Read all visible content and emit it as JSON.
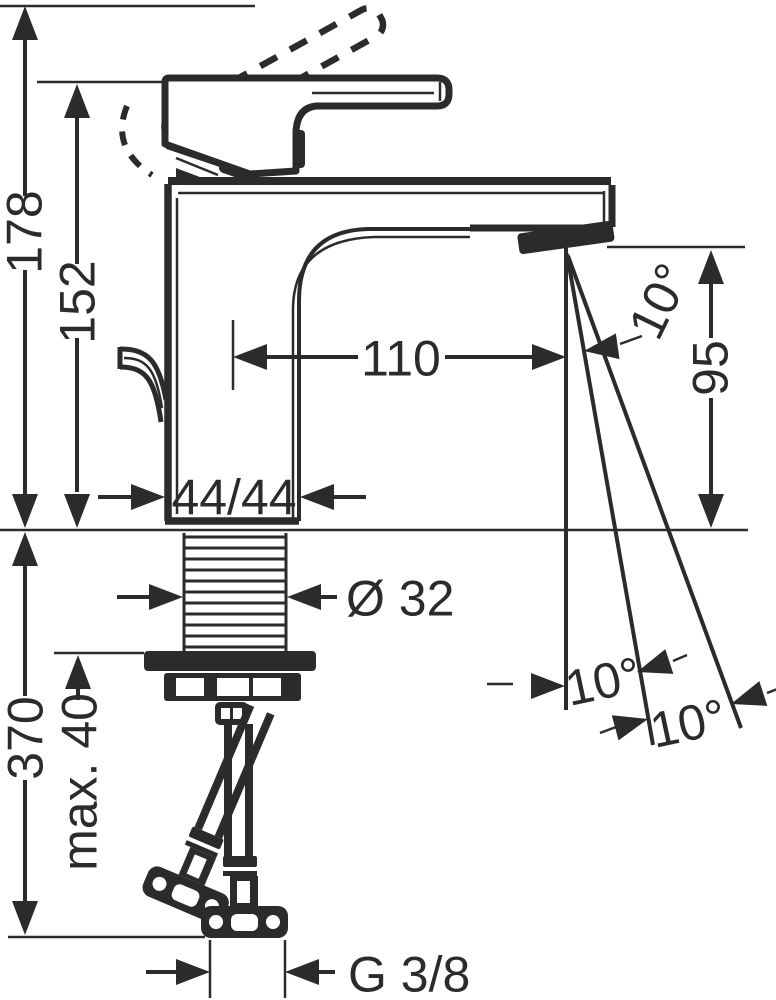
{
  "drawing": {
    "subject": "Single-lever basin mixer faucet - side elevation technical dimension drawing",
    "line_color": "#2b2b2b",
    "background_color": "#ffffff",
    "dimensions": {
      "overall_height": "178",
      "height_to_spout_top": "152",
      "spout_reach": "110",
      "outlet_height": "95",
      "body_footprint": "44/44",
      "shank_diameter": "Ø 32",
      "hose_length": "370",
      "max_deck_thickness": "max. 40",
      "spray_angle_top": "10°",
      "spray_angle_lower_left": "10°",
      "spray_angle_lower_right": "10°",
      "connection_thread": "G 3/8"
    }
  }
}
